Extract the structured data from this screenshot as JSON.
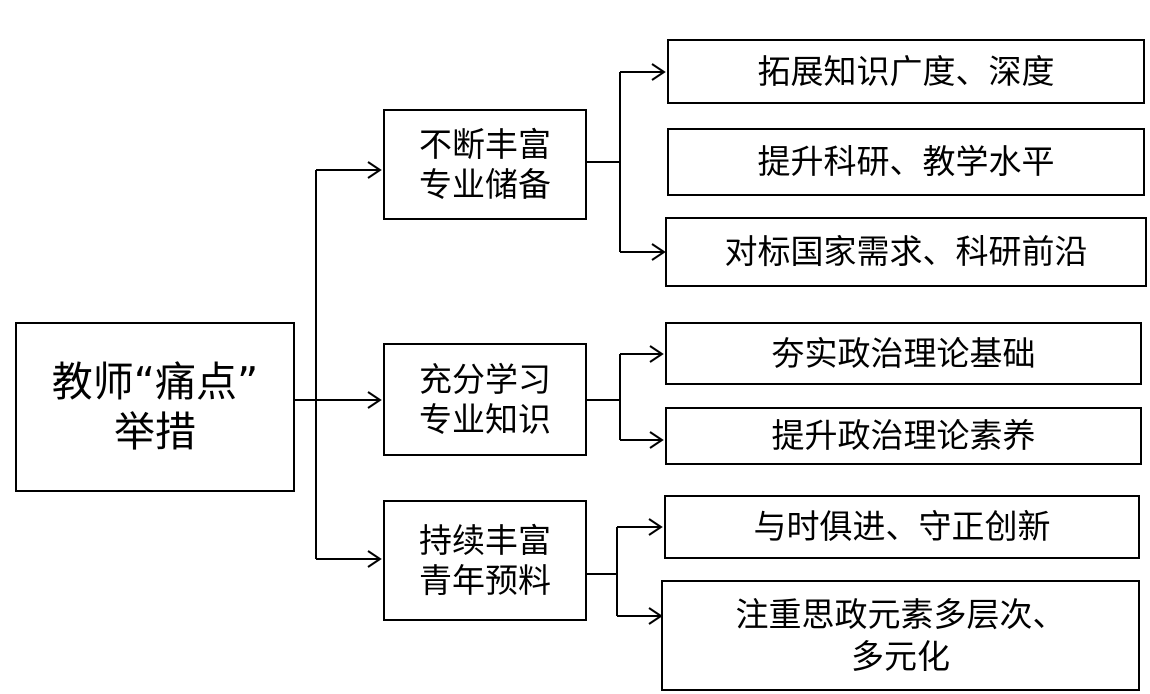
{
  "root": {
    "line1": "教师“痛点”",
    "line2": "举措"
  },
  "branches": [
    {
      "line1": "不断丰富",
      "line2": "专业储备",
      "leaves": [
        "拓展知识广度、深度",
        "提升科研、教学水平",
        "对标国家需求、科研前沿"
      ]
    },
    {
      "line1": "充分学习",
      "line2": "专业知识",
      "leaves": [
        "夯实政治理论基础",
        "提升政治理论素养"
      ]
    },
    {
      "line1": "持续丰富",
      "line2": "青年预料",
      "leaves": [
        "与时俱进、守正创新",
        {
          "line1": "注重思政元素多层次、",
          "line2": "多元化"
        }
      ]
    }
  ]
}
